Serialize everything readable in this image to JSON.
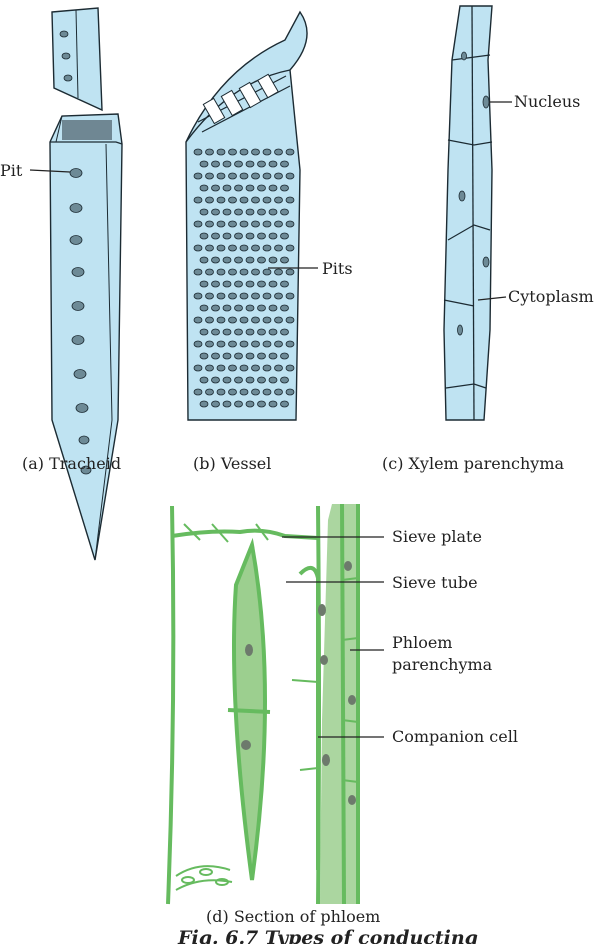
{
  "labels": {
    "pit": "Pit",
    "pits": "Pits",
    "nucleus": "Nucleus",
    "cytoplasm": "Cytoplasm",
    "sieve_plate": "Sieve plate",
    "sieve_tube": "Sieve tube",
    "phloem_parenchyma_1": "Phloem",
    "phloem_parenchyma_2": "parenchyma",
    "companion_cell": "Companion cell"
  },
  "captions": {
    "tracheid": "(a) Tracheid",
    "vessel": "(b) Vessel",
    "xylem_parenchyma": "(c) Xylem parenchyma",
    "phloem_section": "(d) Section of phloem",
    "figure": "Fig. 6.7 Types of conducting"
  },
  "colors": {
    "xylem_fill": "#bfe3f2",
    "phloem_line": "#66bb5f",
    "phloem_fill": "#9ccf8f"
  }
}
